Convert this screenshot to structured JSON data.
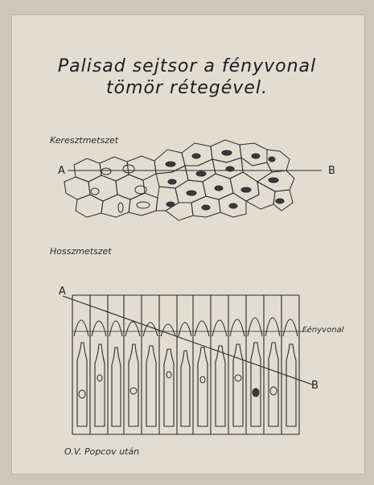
{
  "title": {
    "line1": "Palisad sejtsor a fényvonal",
    "line2": "tömör rétegével."
  },
  "cross_section": {
    "label": "Keresztmetszet",
    "point_a": "A",
    "point_b": "B"
  },
  "longitudinal_section": {
    "label": "Hosszmetszet",
    "point_a": "A",
    "point_b": "B",
    "line_label": "Fényvonal"
  },
  "credit": "O.V. Popcov után",
  "colors": {
    "paper": "#e1ddd1",
    "ink": "#2b2b2b"
  }
}
